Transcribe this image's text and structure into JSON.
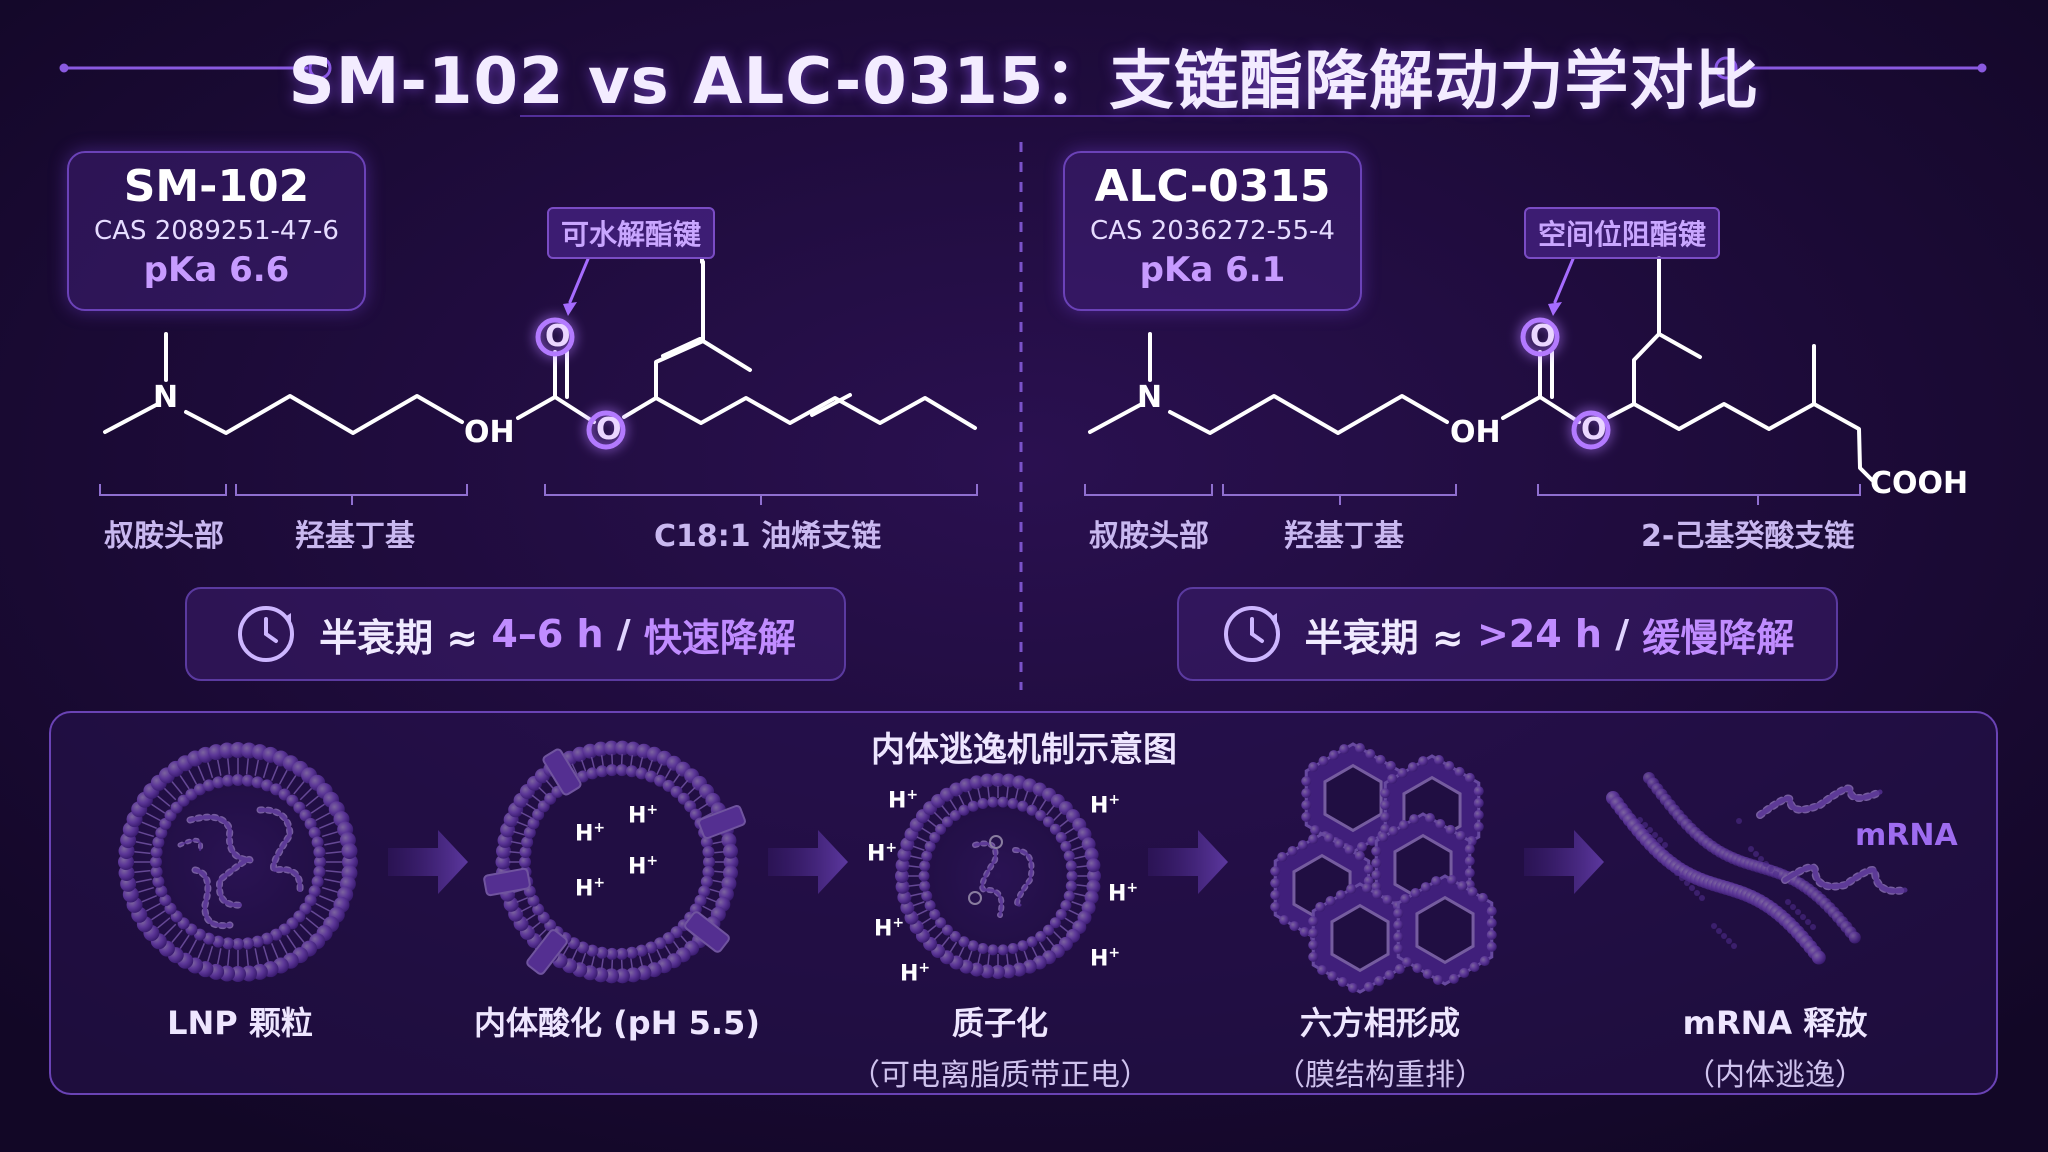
{
  "title": "SM-102 vs ALC-0315：支链酯降解动力学对比",
  "left": {
    "name": "SM-102",
    "cas": "CAS 2089251-47-6",
    "pka": "pKa 6.6",
    "bond_tag": "可水解酯键",
    "atom_n": "N",
    "atom_oh": "OH",
    "atom_o_top": "O",
    "atom_o_ring": "O",
    "seg_head": "叔胺头部",
    "seg_linker": "羟基丁基",
    "seg_tail": "C18:1 油烯支链",
    "half_life_prefix": "半衰期 ≈",
    "half_life_value": "4–6 h",
    "half_life_sep": "/",
    "half_life_rate": "快速降解"
  },
  "right": {
    "name": "ALC-0315",
    "cas": "CAS 2036272-55-4",
    "pka": "pKa 6.1",
    "bond_tag": "空间位阻酯键",
    "atom_n": "N",
    "atom_oh": "OH",
    "atom_o_top": "O",
    "atom_o_ring": "O",
    "atom_cooh": "COOH",
    "seg_head": "叔胺头部",
    "seg_linker": "羟基丁基",
    "seg_tail": "2-己基癸酸支链",
    "half_life_prefix": "半衰期 ≈",
    "half_life_value": ">24 h",
    "half_life_sep": "/",
    "half_life_rate": "缓慢降解"
  },
  "mechanism": {
    "title": "内体逃逸机制示意图",
    "stages": [
      {
        "label": "LNP 颗粒",
        "sub": ""
      },
      {
        "label": "内体酸化 (pH 5.5)",
        "sub": ""
      },
      {
        "label": "质子化",
        "sub": "（可电离脂质带正电）"
      },
      {
        "label": "六方相形成",
        "sub": "（膜结构重排）"
      },
      {
        "label": "mRNA 释放",
        "sub": "（内体逃逸）"
      }
    ],
    "proton_label": "H",
    "proton_charge": "+",
    "mrna_label": "mRNA"
  },
  "colors": {
    "background": "#1b0c36",
    "accent": "#a66cff",
    "highlight": "#c08cff",
    "bond": "#ffffff"
  },
  "icons": [
    "clock-icon",
    "arrow-right-icon"
  ]
}
